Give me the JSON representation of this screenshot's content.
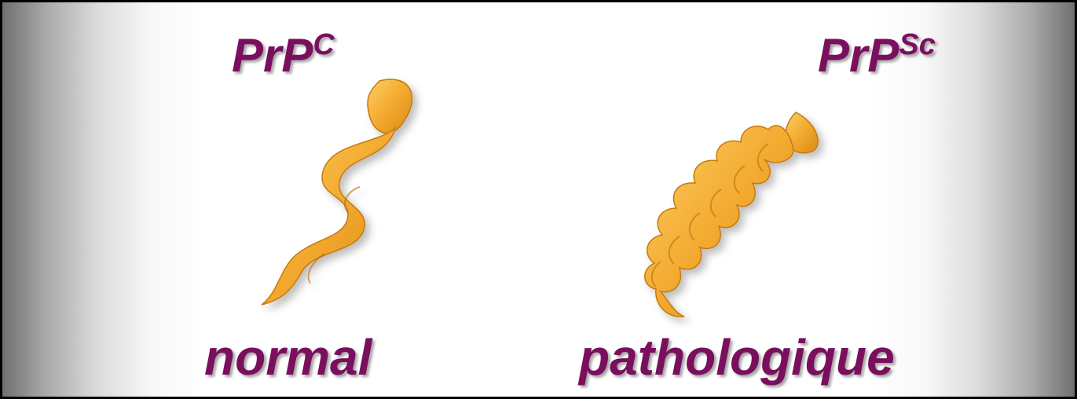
{
  "left_panel": {
    "title_main": "PrP",
    "title_sup": "C",
    "caption": "normal"
  },
  "right_panel": {
    "title_main": "PrP",
    "title_sup": "Sc",
    "caption": "pathologique"
  },
  "colors": {
    "text": "#7a0f5e",
    "protein_light": "#f7b945",
    "protein_dark": "#d98a12",
    "border": "#000000"
  }
}
